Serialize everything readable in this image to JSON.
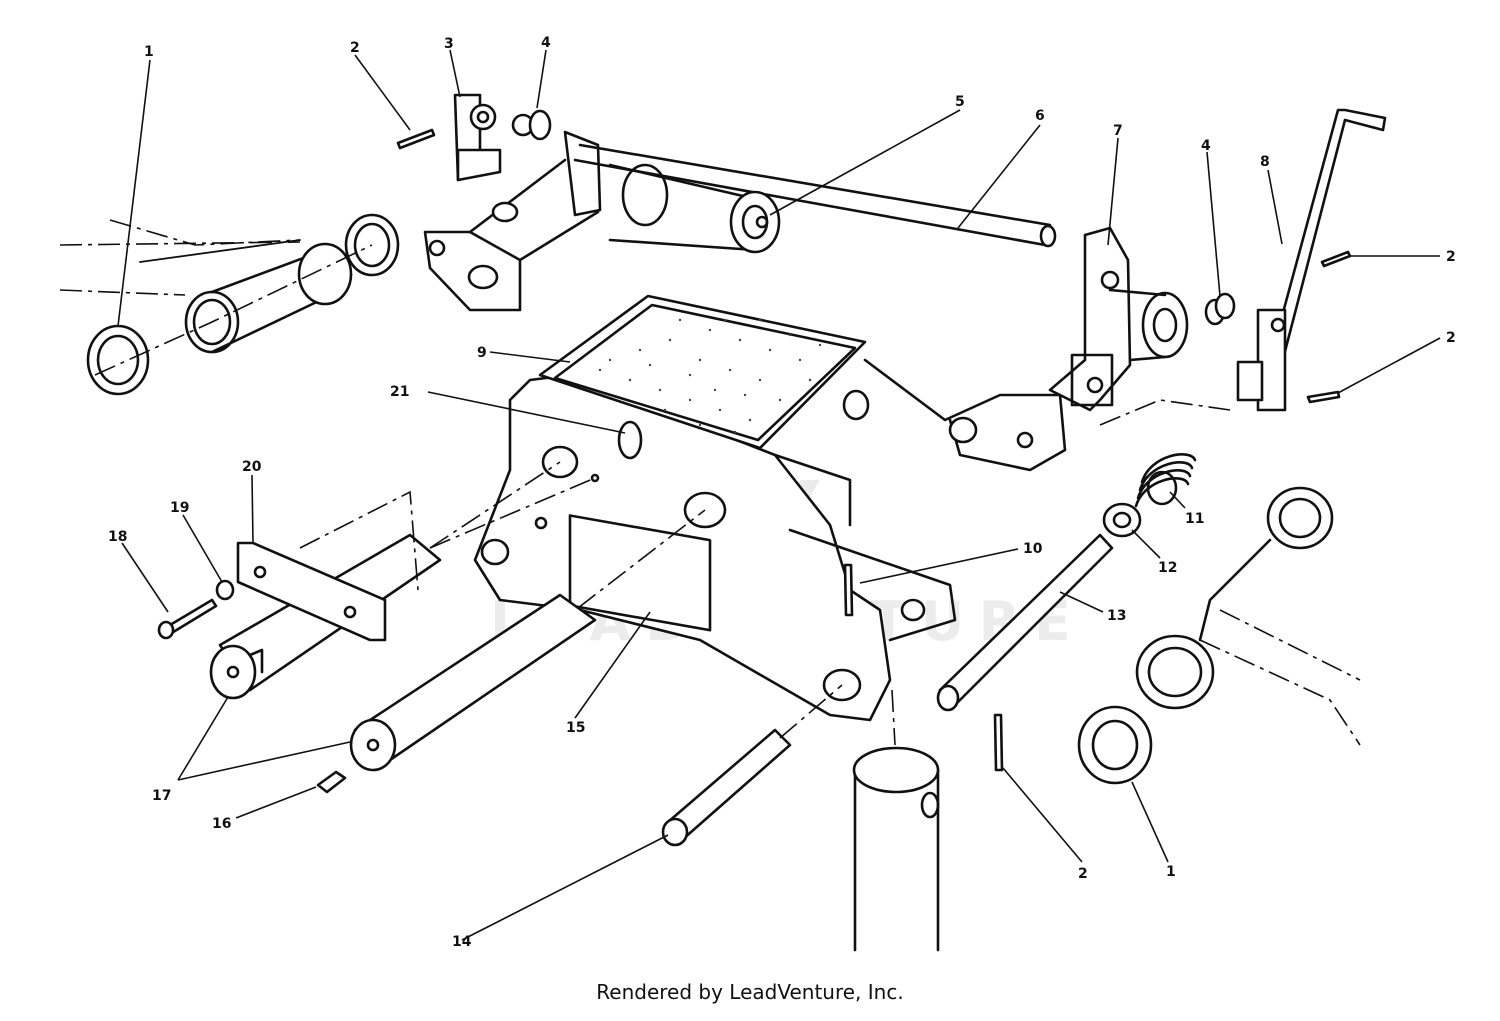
{
  "watermark": "LEADVENTURE",
  "footer": "Rendered by LeadVenture, Inc.",
  "callouts": [
    "1",
    "2",
    "3",
    "4",
    "5",
    "6",
    "7",
    "4",
    "8",
    "2",
    "2",
    "9",
    "21",
    "20",
    "19",
    "18",
    "10",
    "11",
    "12",
    "13",
    "17",
    "16",
    "15",
    "14",
    "2",
    "1"
  ]
}
